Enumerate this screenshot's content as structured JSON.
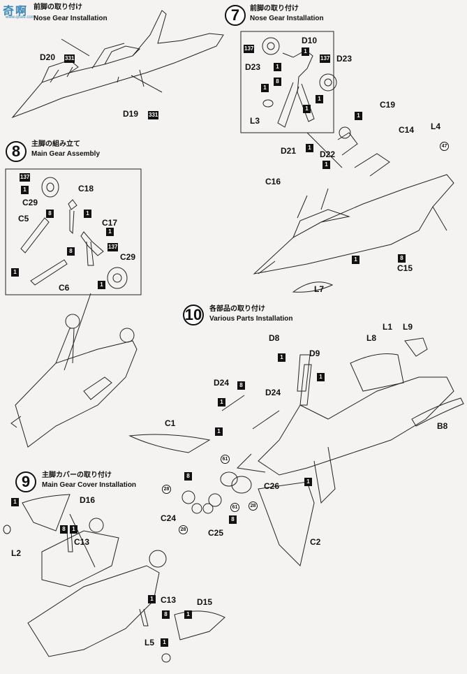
{
  "watermark": {
    "logo_text": "奇啊",
    "site": "www.qisee.com"
  },
  "steps": {
    "s6": {
      "jp": "前脚の取り付け",
      "en": "Nose Gear Installation"
    },
    "s7": {
      "num": "7",
      "jp": "前脚の取り付け",
      "en": "Nose Gear Installation"
    },
    "s8": {
      "num": "8",
      "jp": "主脚の組み立て",
      "en": "Main Gear Assembly"
    },
    "s9": {
      "num": "9",
      "jp": "主脚カバーの取り付け",
      "en": "Main Gear Cover Installation"
    },
    "s10": {
      "num": "10",
      "jp": "各部品の取り付け",
      "en": "Various Parts Installation"
    }
  },
  "parts": {
    "D20": "D20",
    "D19": "D19",
    "D10": "D10",
    "D23": "D23",
    "L3": "L3",
    "C19": "C19",
    "C14": "C14",
    "L4": "L4",
    "D21": "D21",
    "D22": "D22",
    "C16": "C16",
    "C15": "C15",
    "L7": "L7",
    "C18": "C18",
    "C29": "C29",
    "C5": "C5",
    "C17": "C17",
    "C6": "C6",
    "D8": "D8",
    "D9": "D9",
    "D24": "D24",
    "C1": "C1",
    "L1": "L1",
    "L9": "L9",
    "L8": "L8",
    "B8": "B8",
    "C26": "C26",
    "C24": "C24",
    "C25": "C25",
    "C2": "C2",
    "D16": "D16",
    "L2": "L2",
    "C13": "C13",
    "D15": "D15",
    "L5": "L5"
  },
  "codes": {
    "c1": "1",
    "c8": "8",
    "c137": "137",
    "c331": "331",
    "c47": "47",
    "c61": "61",
    "c28": "28"
  }
}
